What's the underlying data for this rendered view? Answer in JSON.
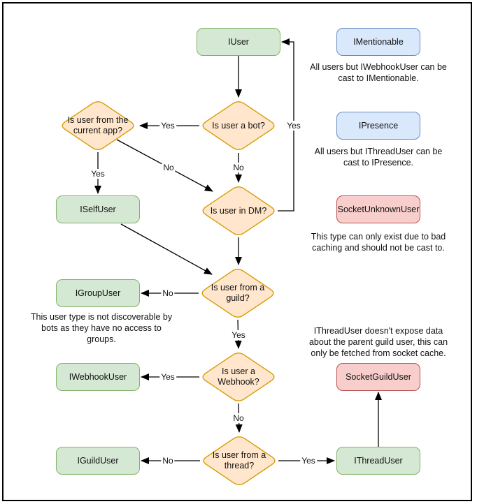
{
  "colors": {
    "node_green_fill": "#d5e8d4",
    "node_green_border": "#82b366",
    "node_blue_fill": "#dae8fc",
    "node_blue_border": "#6c8ebf",
    "node_red_fill": "#f8cecc",
    "node_red_border": "#b85450",
    "decision_fill": "#ffe6cc",
    "decision_border": "#d79b00",
    "arrow": "#000000"
  },
  "nodes": {
    "iuser": "IUser",
    "imentionable": "IMentionable",
    "ipresence": "IPresence",
    "socket_unknown_user": "SocketUnknownUser",
    "iself_user": "ISelfUser",
    "igroup_user": "IGroupUser",
    "iwebhook_user": "IWebhookUser",
    "iguild_user": "IGuildUser",
    "socket_guild_user": "SocketGuildUser",
    "ithread_user": "IThreadUser"
  },
  "decisions": {
    "is_bot": "Is user a bot?",
    "from_current_app": "Is user from the current app?",
    "in_dm": "Is user in DM?",
    "from_guild": "Is user from a guild?",
    "is_webhook": "Is user a Webhook?",
    "from_thread": "Is user from a thread?"
  },
  "notes": {
    "mentionable": [
      "All users but IWebhookUser can be",
      "cast to IMentionable."
    ],
    "presence": [
      "All users but IThreadUser can be",
      "cast to IPresence."
    ],
    "unknown": [
      "This type can only exist due to bad",
      "caching and should not be cast to."
    ],
    "group": [
      "This user type is not discoverable by",
      "bots as they have no access to",
      "groups."
    ],
    "thread": [
      "IThreadUser doesn't expose data",
      "about the parent guild user, this can",
      "only be fetched from socket cache."
    ]
  },
  "edge_labels": {
    "bot_to_app": "Yes",
    "dm_to_iuser": "Yes",
    "app_to_dm": "No",
    "bot_to_dm": "No",
    "app_to_selfuser": "Yes",
    "guild_to_groupuser": "No",
    "guild_to_webhook": "Yes",
    "webhook_to_webhookuser": "Yes",
    "webhook_to_thread": "No",
    "thread_to_guilduser": "No",
    "thread_to_threaduser": "Yes"
  }
}
